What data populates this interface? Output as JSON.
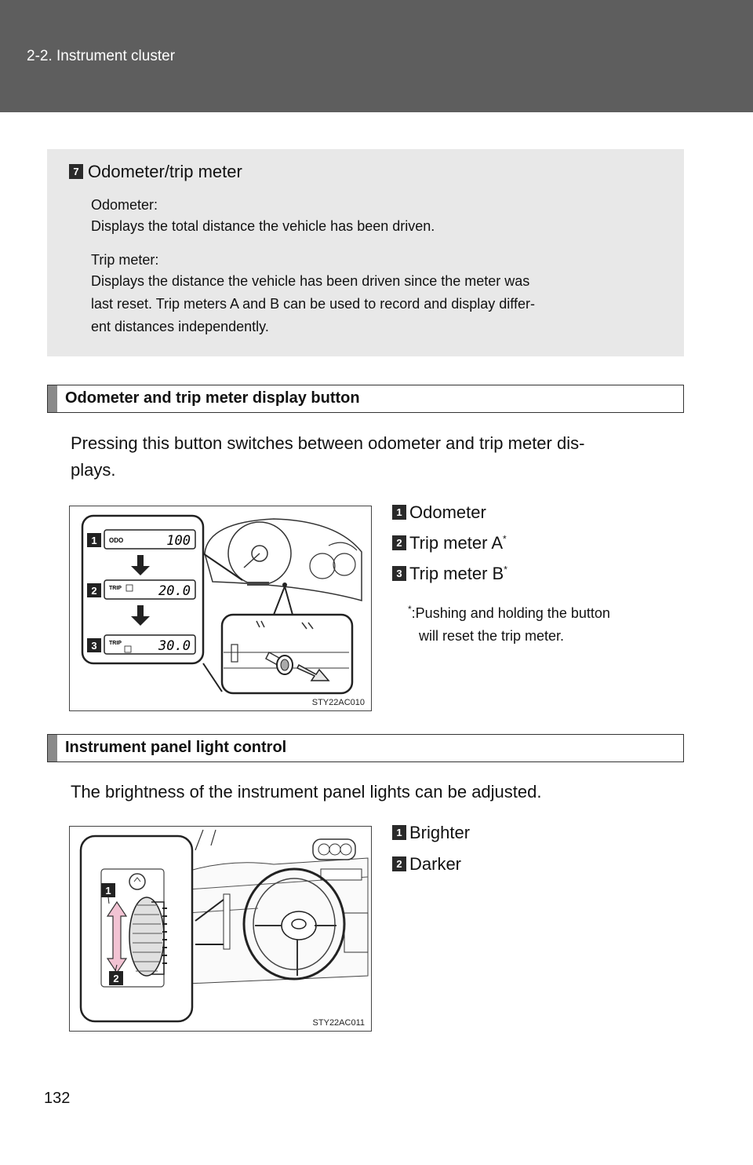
{
  "header": {
    "section": "2-2. Instrument cluster"
  },
  "info": {
    "badge": "7",
    "title": "Odometer/trip meter",
    "odo_label": "Odometer:",
    "odo_text": "Displays the total distance the vehicle has been driven.",
    "trip_label": "Trip meter:",
    "trip_text_1": "Displays the distance the vehicle has been driven since the meter was",
    "trip_text_2": "last reset. Trip meters A and B can be used to record and display differ-",
    "trip_text_3": "ent distances independently."
  },
  "section1": {
    "heading": "Odometer and trip meter display button",
    "body_1": "Pressing this button switches between odometer and trip meter dis-",
    "body_2": "plays.",
    "figure_code": "STY22AC010",
    "display_labels": {
      "odo": "ODO",
      "trip_a": "TRIP",
      "trip_b": "TRIP"
    },
    "display_values": {
      "odo": "100",
      "trip_a": "20.0",
      "trip_b": "30.0"
    },
    "legend": [
      {
        "num": "1",
        "text": "Odometer",
        "star": ""
      },
      {
        "num": "2",
        "text": "Trip meter A",
        "star": "*"
      },
      {
        "num": "3",
        "text": "Trip meter B",
        "star": "*"
      }
    ],
    "note_star": "*",
    "note_1": ":Pushing and holding the button",
    "note_2": "will reset the trip meter."
  },
  "section2": {
    "heading": "Instrument panel light control",
    "body": "The brightness of the instrument panel lights can be adjusted.",
    "figure_code": "STY22AC011",
    "legend": [
      {
        "num": "1",
        "text": "Brighter"
      },
      {
        "num": "2",
        "text": "Darker"
      }
    ]
  },
  "page_number": "132"
}
